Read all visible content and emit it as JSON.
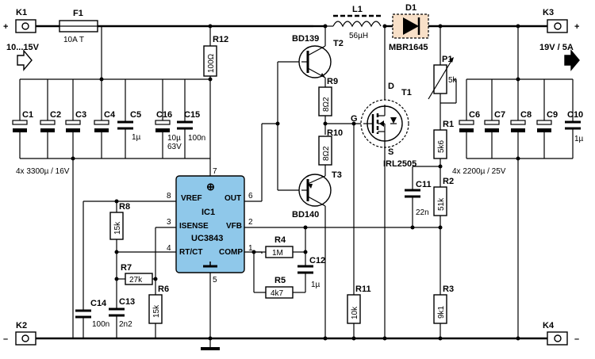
{
  "connectors": {
    "k1": "K1",
    "k2": "K2",
    "k3": "K3",
    "k4": "K4",
    "plus_in": "+",
    "minus_in": "–",
    "plus_out": "+",
    "minus_out": "–",
    "input_voltage": "10...15V",
    "output_voltage": "19V / 5A"
  },
  "fuse": {
    "name": "F1",
    "value": "10A  T"
  },
  "inductor": {
    "name": "L1",
    "value": "56µH"
  },
  "diode": {
    "name": "D1",
    "type": "MBR1645"
  },
  "input_caps": [
    {
      "name": "C1"
    },
    {
      "name": "C2"
    },
    {
      "name": "C3"
    },
    {
      "name": "C4"
    },
    {
      "name": "C5",
      "value": "1µ"
    },
    {
      "name": "C16",
      "value": "10µ",
      "value2": "63V"
    },
    {
      "name": "C15",
      "value": "100n"
    }
  ],
  "input_caps_note": "4x 3300µ / 16V",
  "output_caps": [
    {
      "name": "C6"
    },
    {
      "name": "C7"
    },
    {
      "name": "C8"
    },
    {
      "name": "C9"
    },
    {
      "name": "C10",
      "value": "1µ"
    }
  ],
  "output_caps_note": "4x 2200µ / 25V",
  "ic": {
    "name": "IC1",
    "type": "UC3843",
    "pins": {
      "vref": "VREF",
      "out": "OUT",
      "isense": "ISENSE",
      "vfb": "VFB",
      "rtct": "RT/CT",
      "comp": "COMP"
    },
    "pin_numbers": {
      "p7": "7",
      "p8": "8",
      "p6": "6",
      "p3": "3",
      "p2": "2",
      "p4": "4",
      "p1": "1",
      "p5": "5"
    }
  },
  "transistors": {
    "t2": {
      "name": "T2",
      "type": "BD139"
    },
    "t3": {
      "name": "T3",
      "type": "BD140"
    },
    "t1": {
      "name": "T1",
      "type": "IRL2505",
      "d": "D",
      "g": "G",
      "s": "S"
    }
  },
  "resistors": {
    "r12": {
      "name": "R12",
      "value": "100Ω"
    },
    "r9": {
      "name": "R9",
      "value": "8Ω2"
    },
    "r10": {
      "name": "R10",
      "value": "8Ω2"
    },
    "r8": {
      "name": "R8",
      "value": "15k"
    },
    "r7": {
      "name": "R7",
      "value": "27k"
    },
    "r6": {
      "name": "R6",
      "value": "15k"
    },
    "r4": {
      "name": "R4",
      "value": "1M"
    },
    "r5": {
      "name": "R5",
      "value": "4k7"
    },
    "r11": {
      "name": "R11",
      "value": "10k"
    },
    "r1": {
      "name": "R1",
      "value": "5k6"
    },
    "r2": {
      "name": "R2",
      "value": "51k"
    },
    "r3": {
      "name": "R3",
      "value": "9k1"
    }
  },
  "pot": {
    "name": "P1",
    "value": "5k"
  },
  "small_caps": {
    "c11": {
      "name": "C11",
      "value": "22n"
    },
    "c12": {
      "name": "C12",
      "value": "1µ"
    },
    "c13": {
      "name": "C13",
      "value": "2n2"
    },
    "c14": {
      "name": "C14",
      "value": "100n"
    }
  }
}
